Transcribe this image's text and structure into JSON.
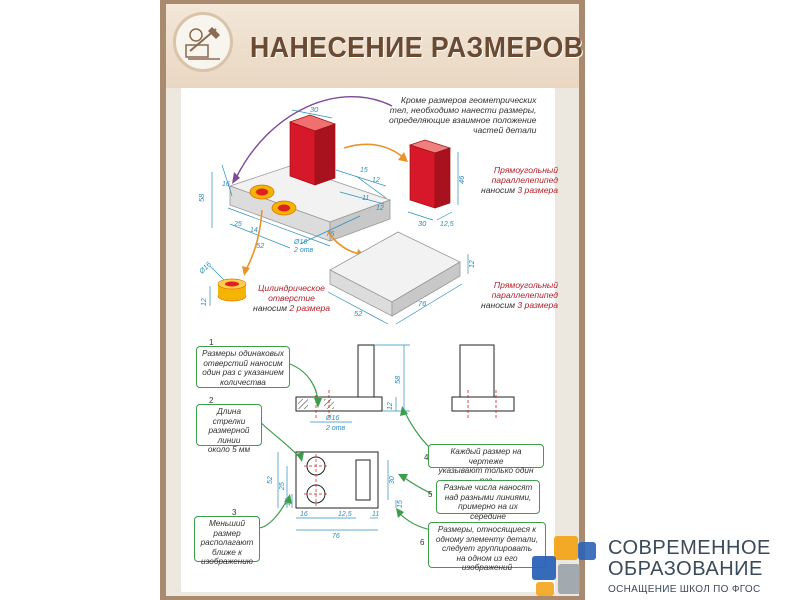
{
  "poster": {
    "title": "НАНЕСЕНИЕ РАЗМЕРОВ",
    "intro": [
      "Кроме размеров геометрических",
      "тел, необходимо нанести размеры,",
      "определяющие взаимное положение",
      "частей детали"
    ],
    "box_note": {
      "line1": "Прямоугольный",
      "line2": "параллелепипед",
      "prefix": "наносим ",
      "count": "3 размера"
    },
    "cyl_note": {
      "line1": "Цилиндрическое",
      "line2": "отверстие",
      "prefix": "наносим ",
      "count": "2 размера"
    },
    "plate_note": {
      "line1": "Прямоугольный",
      "line2": "параллелепипед",
      "prefix": "наносим ",
      "count": "3 размера"
    },
    "iso_dims": {
      "d30": "30",
      "d58": "58",
      "d15": "15",
      "d16": "16",
      "d12": "12",
      "d12b": "12",
      "d25": "25",
      "d14": "14",
      "d52": "52",
      "d76": "76",
      "d11": "11",
      "dia16": "Ø16",
      "two_holes": "2 отв"
    },
    "box_dims": {
      "w": "30",
      "h": "46",
      "d": "12,5"
    },
    "cyl_dims": {
      "dia": "Ø16",
      "h": "12"
    },
    "plate_dims": {
      "w": "52",
      "d": "76",
      "h": "12"
    },
    "front_dims": {
      "h": "58",
      "t": "12",
      "dia": "Ø16",
      "holes": "2 отв"
    },
    "top_dims": {
      "w52": "52",
      "d25": "25",
      "d14": "14",
      "d16": "16",
      "d12_5": "12,5",
      "d11": "11",
      "d76": "76",
      "d30": "30",
      "d15": "15"
    },
    "callouts": [
      {
        "num": "1",
        "text": [
          "Размеры одинаковых",
          "отверстий наносим",
          "один раз с указанием",
          "количества"
        ]
      },
      {
        "num": "2",
        "text": [
          "Длина стрелки",
          "размерной",
          "линии",
          "около 5 мм"
        ]
      },
      {
        "num": "3",
        "text": [
          "Меньший размер",
          "располагают",
          "ближе к",
          "изображению"
        ]
      },
      {
        "num": "4",
        "text": [
          "Каждый размер на чертеже",
          "указывают только один раз"
        ]
      },
      {
        "num": "5",
        "text": [
          "Разные числа наносят",
          "над разными линиями,",
          "примерно на их середине"
        ]
      },
      {
        "num": "6",
        "text": [
          "Размеры, относящиеся к",
          "одному элементу детали,",
          "следует группировать",
          "на одном из его изображений"
        ]
      }
    ]
  },
  "brand": {
    "line1": "СОВРЕМЕННОЕ",
    "line2": "ОБРАЗОВАНИЕ",
    "line3": "ОСНАЩЕНИЕ ШКОЛ ПО ФГОС"
  },
  "colors": {
    "frame": "#a98a6f",
    "title": "#6b4a33",
    "dim_line": "#2a8fc0",
    "red_block": "#d6182a",
    "callout_border": "#3c9e4b",
    "note_red": "#b11f28",
    "note_blue": "#1b5aa1",
    "brand_orange": "#f3a51b",
    "brand_blue": "#2b63b7",
    "brand_gray": "#9aa3ab"
  }
}
